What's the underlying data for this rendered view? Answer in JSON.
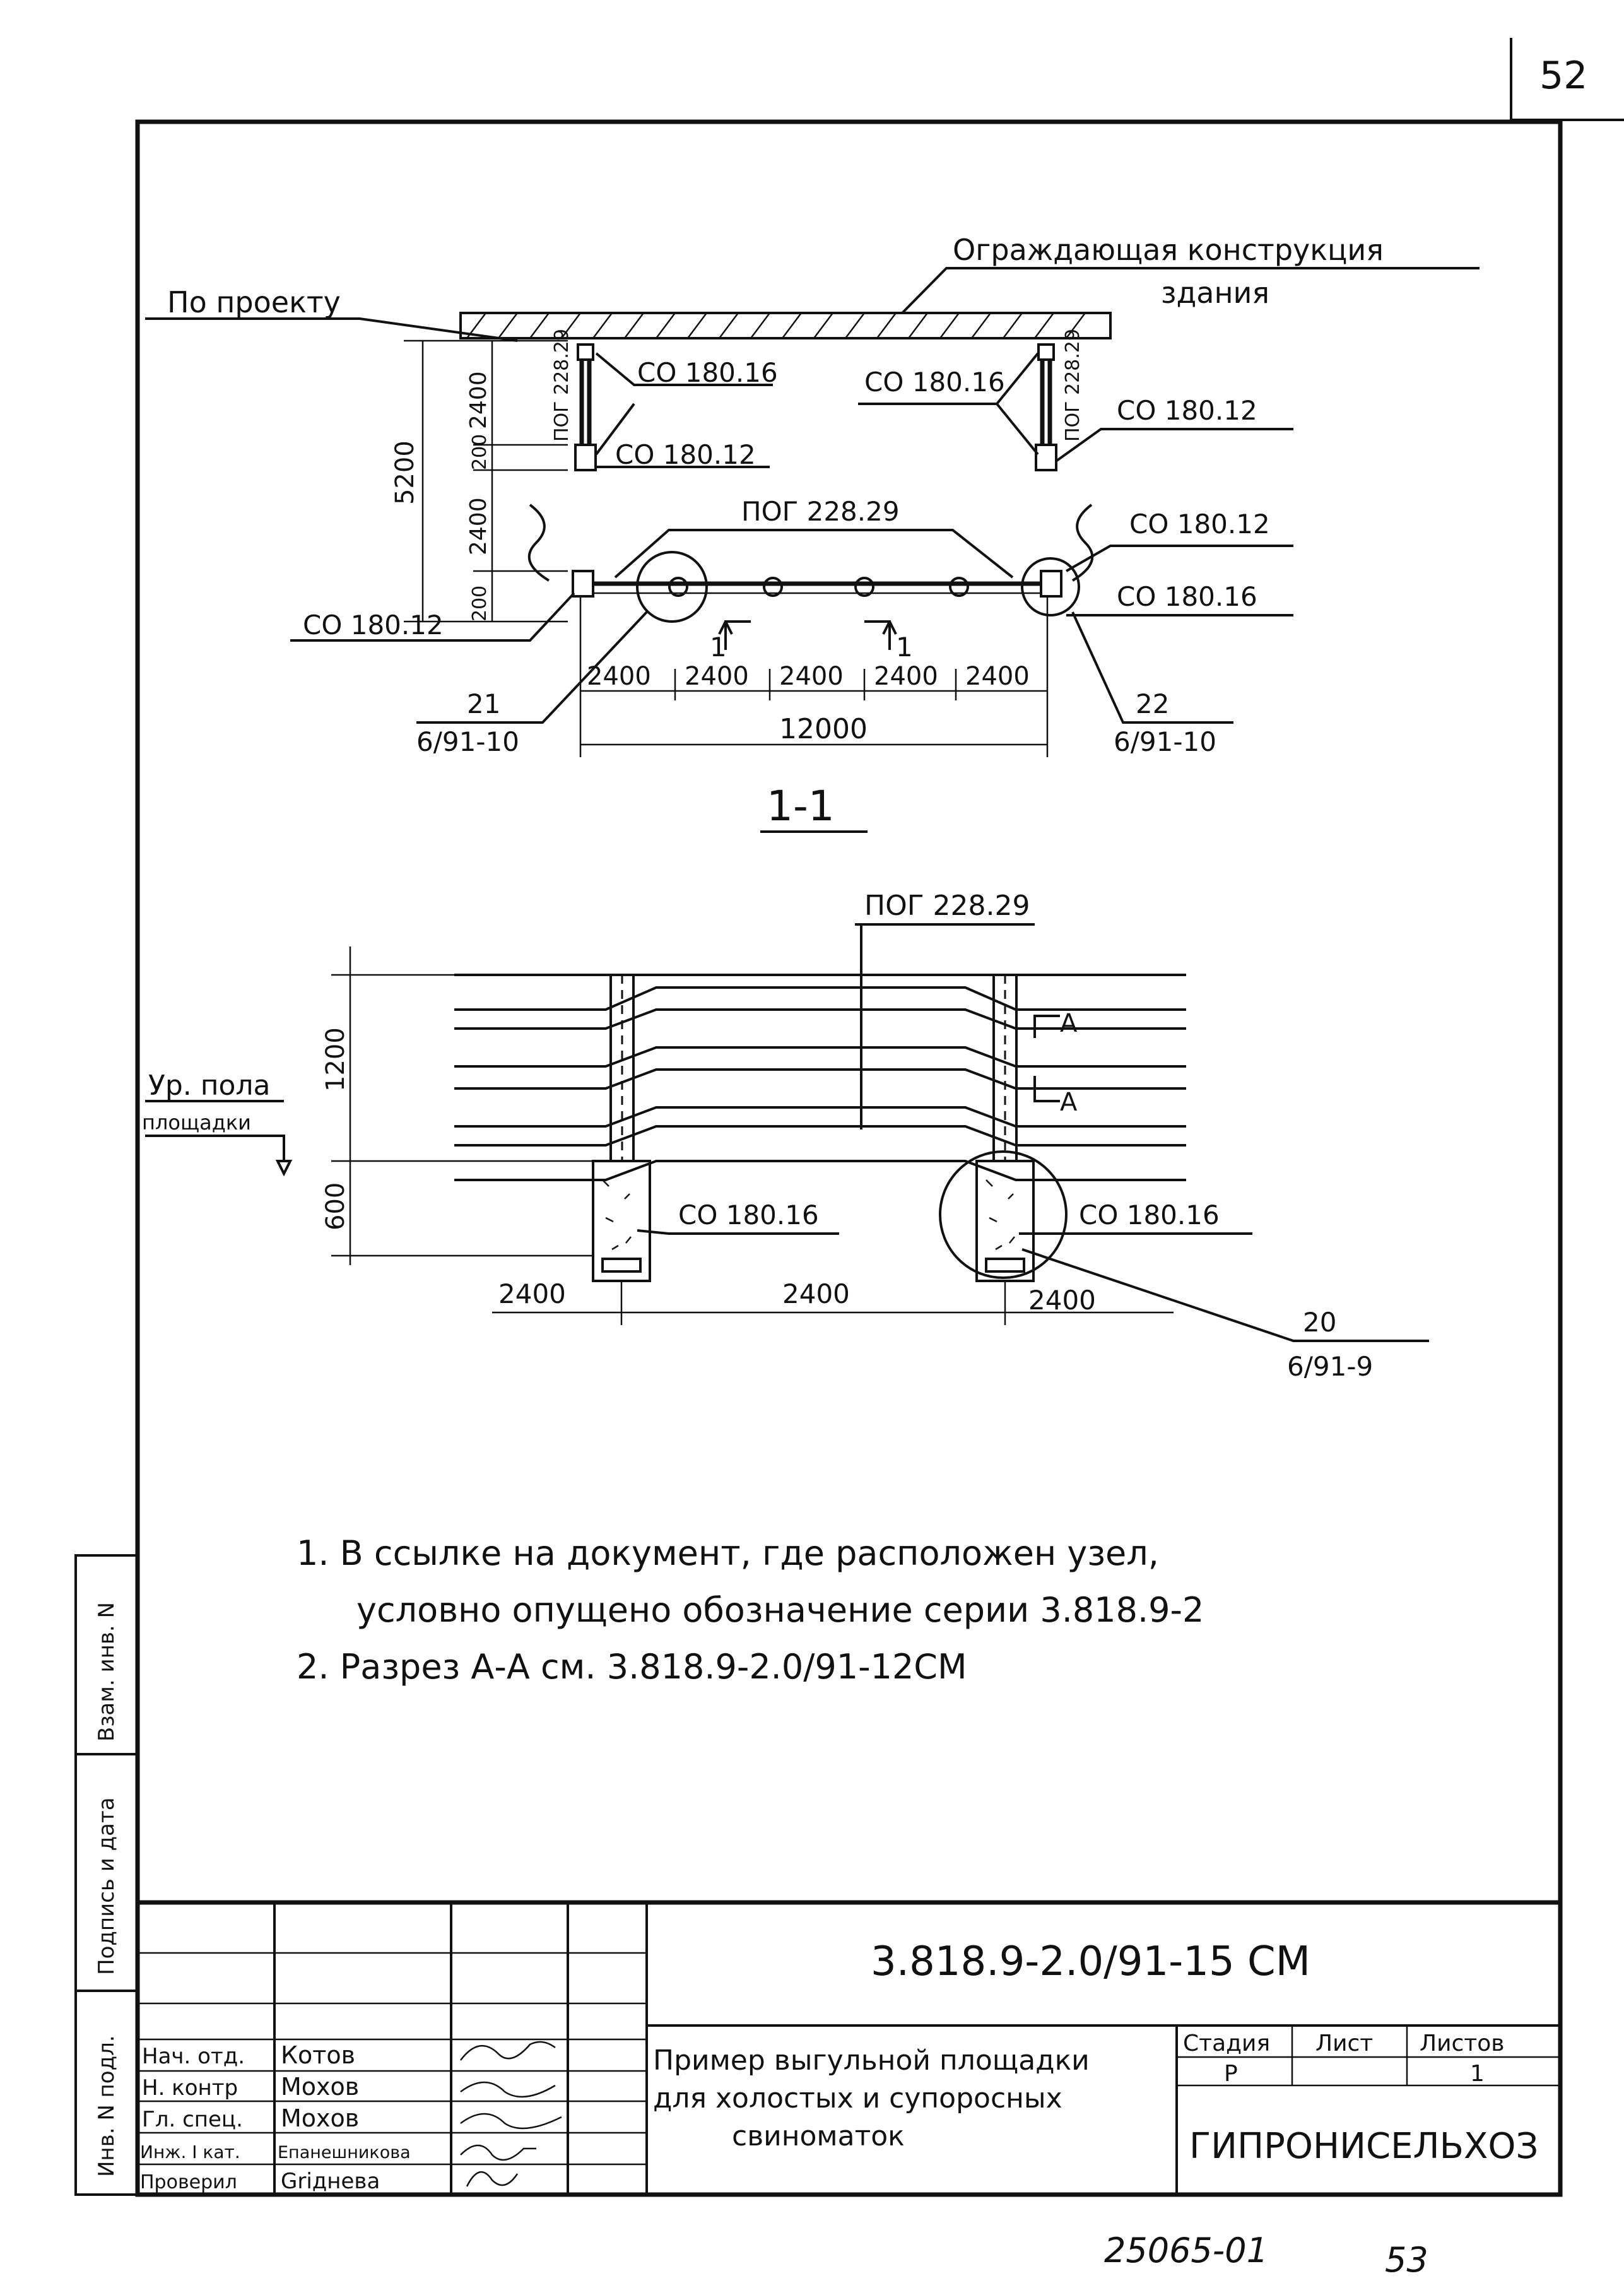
{
  "sheet": {
    "page_number": "52"
  },
  "section_top": {
    "building_wall": [
      "Ограждающая конструкция",
      "здания"
    ],
    "by_project": "По проекту",
    "section_title": "1-1",
    "labels": {
      "co18016_left": "СО 180.16",
      "co18012_left": "СО 180.12",
      "co18016_right": "СО 180.16",
      "co18012_right": "СО 180.12",
      "pog_vertical_left": "ПОГ 228.29",
      "pog_vertical_right": "ПОГ 228.29",
      "pog_horizontal": "ПОГ 228.29",
      "co18012_mid_right": "СО 180.12",
      "co18016_bottom_right": "СО 180.16",
      "co18012_bottom_left": "СО 180.12"
    },
    "dims_vertical": [
      "5200",
      "2400",
      "200",
      "2400",
      "200"
    ],
    "dims_horizontal": [
      "2400",
      "2400",
      "2400",
      "2400",
      "2400"
    ],
    "dim_total": "12000",
    "cut_marks": [
      "1",
      "1"
    ],
    "node_left": {
      "num": "21",
      "ref": "6/91-10"
    },
    "node_right": {
      "num": "22",
      "ref": "6/91-10"
    }
  },
  "section_elev": {
    "pog": "ПОГ 228.29",
    "floor_level": [
      "Ур. пола",
      "площадки"
    ],
    "dims_vertical": [
      "1200",
      "600"
    ],
    "dims_horizontal": [
      "2400",
      "2400",
      "2400"
    ],
    "co_left": "СО 180.16",
    "co_right": "СО 180.16",
    "cut_a": [
      "А",
      "А"
    ],
    "node": {
      "num": "20",
      "ref": "6/91-9"
    }
  },
  "notes": [
    "1. В ссылке на документ, где расположен узел,",
    "условно опущено обозначение серии 3.818.9-2",
    "2. Разрез А-А см. 3.818.9-2.0/91-12СМ"
  ],
  "left_strip": [
    "Инв. N подл.",
    "Подпись и дата",
    "Взам. инв. N"
  ],
  "title_block": {
    "doc_code": "3.818.9-2.0/91-15 СМ",
    "title_lines": [
      "Пример выгульной площадки",
      "для холостых и супоросных",
      "свиноматок"
    ],
    "stage_hdr": "Стадия",
    "sheet_hdr": "Лист",
    "sheets_hdr": "Листов",
    "stage": "Р",
    "sheets": "1",
    "org": "ГИПРОНИСЕЛЬХОЗ",
    "rows": [
      {
        "role": "Нач. отд.",
        "name": "Котов"
      },
      {
        "role": "Н. контр",
        "name": "Мохов"
      },
      {
        "role": "Гл. спец.",
        "name": "Мохов"
      },
      {
        "role": "Инж. I кат.",
        "name": "Епанешникова"
      },
      {
        "role": "Проверил",
        "name": "Griднева"
      }
    ]
  },
  "footer": {
    "archive": "25065-01",
    "page": "53"
  }
}
